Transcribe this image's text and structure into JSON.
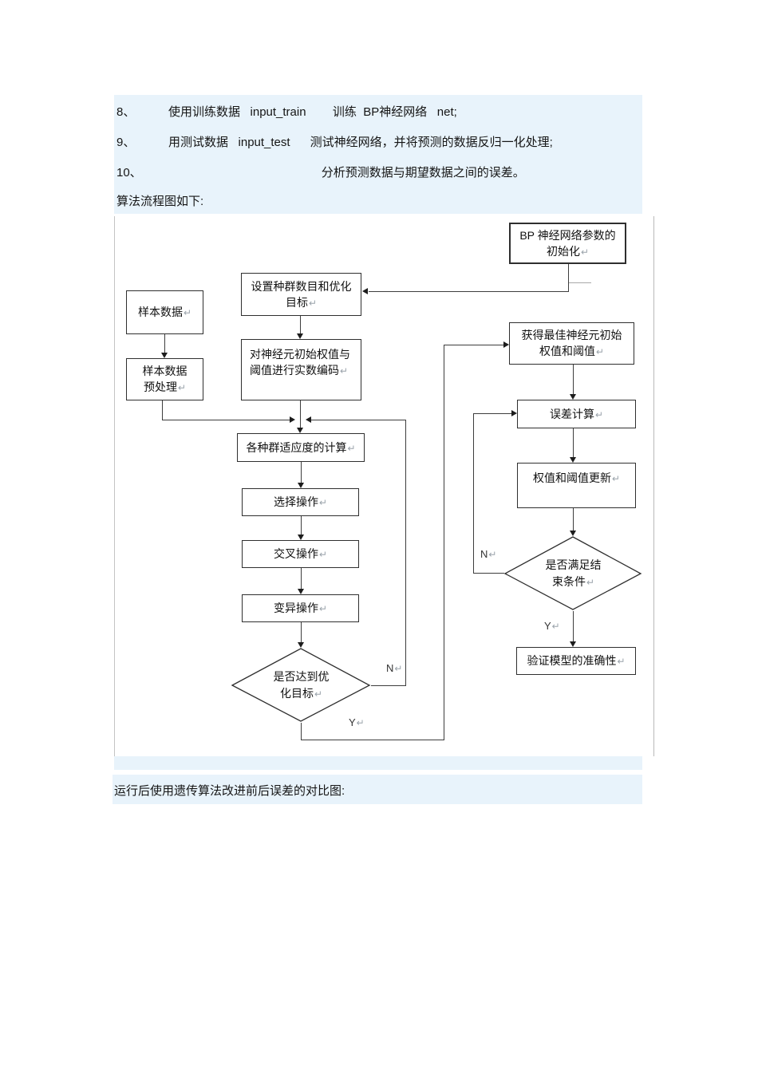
{
  "colors": {
    "panel_bg": "#e8f3fb",
    "box_border": "#2f2f2f",
    "connector": "#3d3d3d",
    "break_mark": "#9aa3ab"
  },
  "intro": {
    "line_8": "8、          使用训练数据   input_train        训练  BP神经网络   net;",
    "line_9": "9、          用测试数据   input_test      测试神经网络，并将预测的数据反归一化处理;",
    "line_10": "10、                                                      分析预测数据与期望数据之间的误差。",
    "caption": "算法流程图如下:"
  },
  "bottom": {
    "caption": "运行后使用遗传算法改进前后误差的对比图:"
  },
  "flow": {
    "mark": "↵",
    "boxes": {
      "bp_init": "BP 神经网络参数的初始化",
      "set_population": "设置种群数目和优化目标",
      "sample_data": "样本数据",
      "encode": "对神经元初始权值与阈值进行实数编码",
      "preprocess": "样本数据预处理",
      "get_best": "获得最佳神经元初始权值和阈值",
      "fitness": "各种群适应度的计算",
      "error_calc": "误差计算",
      "select_op": "选择操作",
      "update": "权值和阈值更新",
      "cross_op": "交叉操作",
      "mutate_op": "变异操作",
      "opt_diamond": "是否达到优化目标",
      "end_diamond": "是否满足结束条件",
      "verify": "验证模型的准确性"
    },
    "labels": {
      "n_right": "N",
      "y_right": "Y",
      "n_left": "N",
      "y_left": "Y"
    }
  }
}
